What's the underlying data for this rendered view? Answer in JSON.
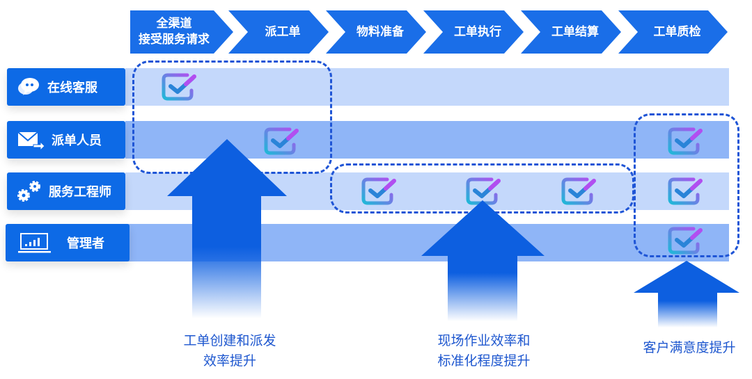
{
  "stages": [
    "全渠道\n接受服务请求",
    "派工单",
    "物料准备",
    "工单执行",
    "工单结算",
    "工单质检"
  ],
  "roles": [
    {
      "label": "在线客服",
      "icon": "chat-icon"
    },
    {
      "label": "派单人员",
      "icon": "mail-send-icon"
    },
    {
      "label": "服务工程师",
      "icon": "gears-icon"
    },
    {
      "label": "管理者",
      "icon": "laptop-chart-icon"
    }
  ],
  "checks": [
    [
      0
    ],
    [
      1,
      5
    ],
    [
      2,
      3,
      4,
      5
    ],
    [
      5
    ]
  ],
  "outcomes": [
    {
      "line1": "工单创建和派发",
      "line2": "效率提升"
    },
    {
      "line1": "现场作业效率和",
      "line2": "标准化程度提升"
    },
    {
      "line1": "客户满意度提升"
    }
  ],
  "colors": {
    "primary": "#0d6ae6",
    "row_light": "#c4d8fb",
    "row_mid": "#8fb5f7",
    "dash": "#1f55d6",
    "caption": "#1e57cf"
  }
}
